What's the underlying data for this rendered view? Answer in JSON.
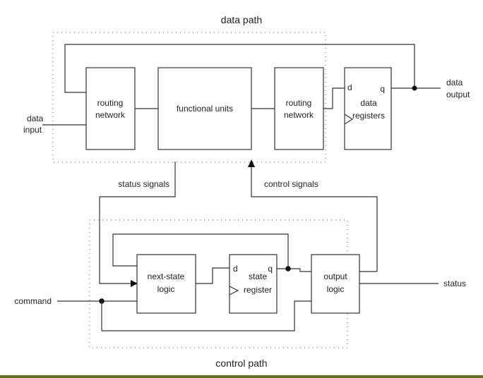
{
  "diagram": {
    "data_path": {
      "title": "data path",
      "blocks": {
        "routing_network_1": [
          "routing",
          "network"
        ],
        "functional_units": [
          "functional units"
        ],
        "routing_network_2": [
          "routing",
          "network"
        ],
        "data_registers": [
          "data",
          "registers"
        ]
      },
      "pins": {
        "d": "d",
        "q": "q"
      },
      "io": {
        "data_input": [
          "data",
          "input"
        ],
        "data_output": [
          "data",
          "output"
        ]
      }
    },
    "interconnect": {
      "status_signals": "status signals",
      "control_signals": "control signals"
    },
    "control_path": {
      "title": "control path",
      "blocks": {
        "next_state_logic": [
          "next-state",
          "logic"
        ],
        "state_register": [
          "state",
          "register"
        ],
        "output_logic": [
          "output",
          "logic"
        ]
      },
      "pins": {
        "d": "d",
        "q": "q"
      },
      "io": {
        "command": "command",
        "status": "status"
      }
    }
  },
  "colors": {
    "footer_bar": "#667323"
  }
}
